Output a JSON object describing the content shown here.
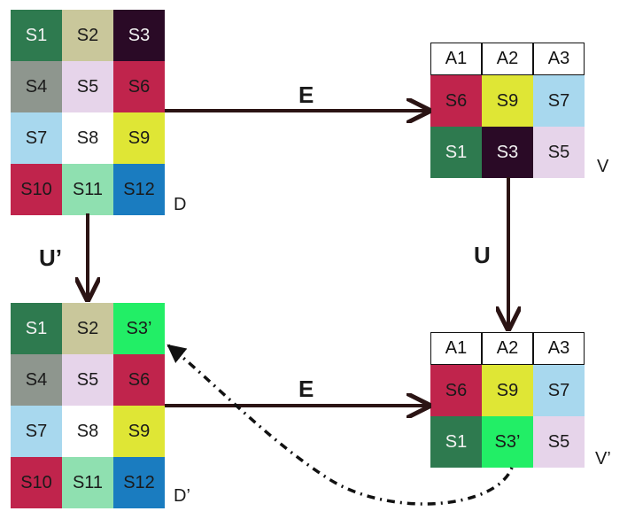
{
  "grid_D": {
    "label": "D",
    "cells": [
      {
        "text": "S1",
        "bg": "#2e7a4f",
        "fg": "#f2f2f2"
      },
      {
        "text": "S2",
        "bg": "#c9c79b",
        "fg": "#1a1a1a"
      },
      {
        "text": "S3",
        "bg": "#2a0a26",
        "fg": "#f2f2f2"
      },
      {
        "text": "S4",
        "bg": "#8e968e",
        "fg": "#1a1a1a"
      },
      {
        "text": "S5",
        "bg": "#e6d4ea",
        "fg": "#1a1a1a"
      },
      {
        "text": "S6",
        "bg": "#c0244c",
        "fg": "#1a1a1a"
      },
      {
        "text": "S7",
        "bg": "#a8d8ee",
        "fg": "#1a1a1a"
      },
      {
        "text": "S8",
        "bg": "#ffffff",
        "fg": "#1a1a1a"
      },
      {
        "text": "S9",
        "bg": "#dfe635",
        "fg": "#1a1a1a"
      },
      {
        "text": "S10",
        "bg": "#c0244c",
        "fg": "#1a1a1a"
      },
      {
        "text": "S11",
        "bg": "#8fe0b0",
        "fg": "#1a1a1a"
      },
      {
        "text": "S12",
        "bg": "#1a7cc0",
        "fg": "#1a1a1a"
      }
    ]
  },
  "grid_D_prime": {
    "label": "D’",
    "cells": [
      {
        "text": "S1",
        "bg": "#2e7a4f",
        "fg": "#f2f2f2"
      },
      {
        "text": "S2",
        "bg": "#c9c79b",
        "fg": "#1a1a1a"
      },
      {
        "text": "S3’",
        "bg": "#22ee66",
        "fg": "#1a1a1a"
      },
      {
        "text": "S4",
        "bg": "#8e968e",
        "fg": "#1a1a1a"
      },
      {
        "text": "S5",
        "bg": "#e6d4ea",
        "fg": "#1a1a1a"
      },
      {
        "text": "S6",
        "bg": "#c0244c",
        "fg": "#1a1a1a"
      },
      {
        "text": "S7",
        "bg": "#a8d8ee",
        "fg": "#1a1a1a"
      },
      {
        "text": "S8",
        "bg": "#ffffff",
        "fg": "#1a1a1a"
      },
      {
        "text": "S9",
        "bg": "#dfe635",
        "fg": "#1a1a1a"
      },
      {
        "text": "S10",
        "bg": "#c0244c",
        "fg": "#1a1a1a"
      },
      {
        "text": "S11",
        "bg": "#8fe0b0",
        "fg": "#1a1a1a"
      },
      {
        "text": "S12",
        "bg": "#1a7cc0",
        "fg": "#1a1a1a"
      }
    ]
  },
  "grid_V": {
    "label": "V",
    "headers": [
      "A1",
      "A2",
      "A3"
    ],
    "cells": [
      {
        "text": "S6",
        "bg": "#c0244c",
        "fg": "#1a1a1a"
      },
      {
        "text": "S9",
        "bg": "#dfe635",
        "fg": "#1a1a1a"
      },
      {
        "text": "S7",
        "bg": "#a8d8ee",
        "fg": "#1a1a1a"
      },
      {
        "text": "S1",
        "bg": "#2e7a4f",
        "fg": "#f2f2f2"
      },
      {
        "text": "S3",
        "bg": "#2a0a26",
        "fg": "#f2f2f2"
      },
      {
        "text": "S5",
        "bg": "#e6d4ea",
        "fg": "#1a1a1a"
      }
    ]
  },
  "grid_V_prime": {
    "label": "V’",
    "headers": [
      "A1",
      "A2",
      "A3"
    ],
    "cells": [
      {
        "text": "S6",
        "bg": "#c0244c",
        "fg": "#1a1a1a"
      },
      {
        "text": "S9",
        "bg": "#dfe635",
        "fg": "#1a1a1a"
      },
      {
        "text": "S7",
        "bg": "#a8d8ee",
        "fg": "#1a1a1a"
      },
      {
        "text": "S1",
        "bg": "#2e7a4f",
        "fg": "#f2f2f2"
      },
      {
        "text": "S3’",
        "bg": "#22ee66",
        "fg": "#1a1a1a"
      },
      {
        "text": "S5",
        "bg": "#e6d4ea",
        "fg": "#1a1a1a"
      }
    ]
  },
  "arrows": {
    "top_label": "E",
    "bottom_label": "E",
    "left_label": "U’",
    "right_label": "U",
    "color": "#2b1414"
  }
}
